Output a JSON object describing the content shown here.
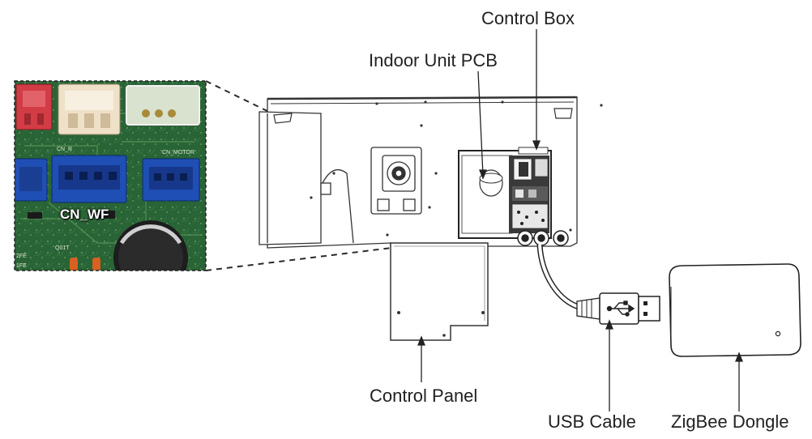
{
  "labels": {
    "control_box": "Control Box",
    "indoor_unit_pcb": "Indoor Unit PCB",
    "control_panel": "Control Panel",
    "usb_cable": "USB Cable",
    "zigbee_dongle": "ZigBee  Dongle",
    "connector": "CN_WF"
  },
  "colors": {
    "line": "#2a2a2a",
    "pcb_green": "#2e6a3a",
    "connector_blue": "#1f4fb4",
    "connector_red": "#d23c44",
    "connector_cream": "#efe1c8"
  }
}
